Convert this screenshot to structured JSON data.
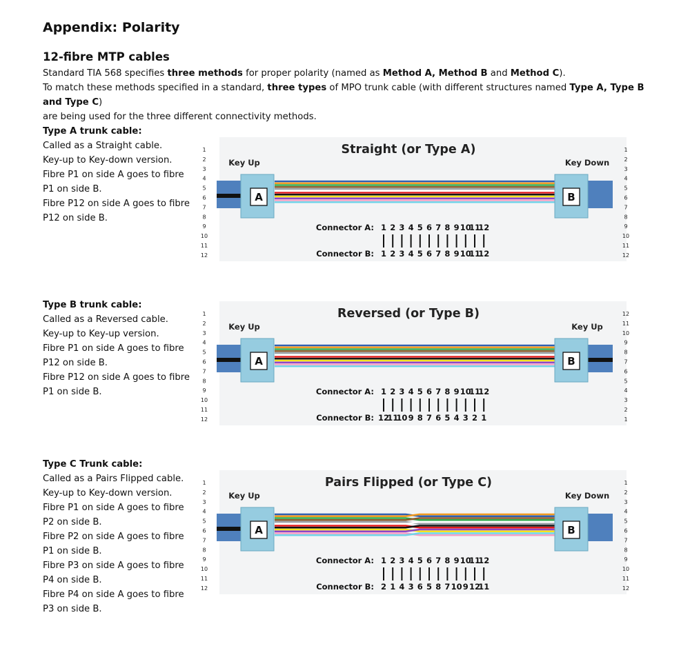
{
  "title": "Appendix: Polarity",
  "subtitle": "12-fibre MTP cables",
  "intro": {
    "line1": {
      "t1": "Standard TIA 568 specifies ",
      "b1": "three methods",
      "t2": " for proper polarity (named as ",
      "b2": "Method A, Method B",
      "t3": " and ",
      "b3": "Method C",
      "t4": ")."
    },
    "line2": {
      "t1": "To match these methods specified in a standard, ",
      "b1": "three types",
      "t2": " of MPO trunk cable (with different structures named ",
      "b2": "Type A, Type B and Type C",
      "t3": ")"
    },
    "line3": "are being used for the three different connectivity methods."
  },
  "sections": [
    {
      "heading": "Type A trunk cable:",
      "lines": [
        "Called as a Straight cable.",
        "Key-up to Key-down version.",
        "Fibre P1 on side A goes to fibre",
        "P1 on side B.",
        "Fibre P12 on side A goes to fibre",
        "P12 on side B."
      ],
      "diagram_title": "Straight (or Type A)",
      "left_key": "Key Up",
      "right_key": "Key Down",
      "connector_a_label": "Connector A:",
      "connector_a_nums": [
        "1",
        "2",
        "3",
        "4",
        "5",
        "6",
        "7",
        "8",
        "9",
        "10",
        "11",
        "12"
      ],
      "connector_b_label": "Connector B:",
      "connector_b_nums": [
        "1",
        "2",
        "3",
        "4",
        "5",
        "6",
        "7",
        "8",
        "9",
        "10",
        "11",
        "12"
      ],
      "left_pins": [
        "1",
        "2",
        "3",
        "4",
        "5",
        "6",
        "7",
        "8",
        "9",
        "10",
        "11",
        "12"
      ],
      "right_pins": [
        "1",
        "2",
        "3",
        "4",
        "5",
        "6",
        "7",
        "8",
        "9",
        "10",
        "11",
        "12"
      ],
      "box_a": "A",
      "box_b": "B"
    },
    {
      "heading": "Type B trunk cable:",
      "lines": [
        "Called as a Reversed cable.",
        "Key-up to Key-up version.",
        "Fibre P1 on side A goes to fibre",
        "P12 on side B.",
        "Fibre P12 on side A goes to fibre",
        "P1 on side B."
      ],
      "diagram_title": "Reversed (or Type B)",
      "left_key": "Key Up",
      "right_key": "Key Up",
      "connector_a_label": "Connector A:",
      "connector_a_nums": [
        "1",
        "2",
        "3",
        "4",
        "5",
        "6",
        "7",
        "8",
        "9",
        "10",
        "11",
        "12"
      ],
      "connector_b_label": "Connector B:",
      "connector_b_nums": [
        "12",
        "11",
        "10",
        "9",
        "8",
        "7",
        "6",
        "5",
        "4",
        "3",
        "2",
        "1"
      ],
      "left_pins": [
        "1",
        "2",
        "3",
        "4",
        "5",
        "6",
        "7",
        "8",
        "9",
        "10",
        "11",
        "12"
      ],
      "right_pins": [
        "12",
        "11",
        "10",
        "9",
        "8",
        "7",
        "6",
        "5",
        "4",
        "3",
        "2",
        "1"
      ],
      "box_a": "A",
      "box_b": "B"
    },
    {
      "heading": "Type C Trunk cable:",
      "lines": [
        "Called as a Pairs Flipped cable.",
        "Key-up to Key-down version.",
        "Fibre P1 on side A goes to fibre",
        "P2 on side B.",
        "Fibre P2 on side A goes to fibre",
        "P1 on side B.",
        "Fibre P3 on side A goes to fibre",
        "P4 on side B.",
        "Fibre P4 on side A goes to fibre",
        "P3 on side B."
      ],
      "diagram_title": "Pairs Flipped (or Type C)",
      "left_key": "Key Up",
      "right_key": "Key Down",
      "connector_a_label": "Connector A:",
      "connector_a_nums": [
        "1",
        "2",
        "3",
        "4",
        "5",
        "6",
        "7",
        "8",
        "9",
        "10",
        "11",
        "12"
      ],
      "connector_b_label": "Connector B:",
      "connector_b_nums": [
        "2",
        "1",
        "4",
        "3",
        "6",
        "5",
        "8",
        "7",
        "10",
        "9",
        "12",
        "11"
      ],
      "left_pins": [
        "1",
        "2",
        "3",
        "4",
        "5",
        "6",
        "7",
        "8",
        "9",
        "10",
        "11",
        "12"
      ],
      "right_pins": [
        "1",
        "2",
        "3",
        "4",
        "5",
        "6",
        "7",
        "8",
        "9",
        "10",
        "11",
        "12"
      ],
      "box_a": "A",
      "box_b": "B"
    }
  ],
  "fibre_colors": [
    "#2e5fb0",
    "#f29a1f",
    "#2fa84a",
    "#8b5a2b",
    "#9aa0a6",
    "#ffffff",
    "#e21b1b",
    "#111111",
    "#f5e21b",
    "#8a44c6",
    "#f4a0c4",
    "#6fd3e8"
  ],
  "colors": {
    "connector_body": "#96cce0",
    "cable_jacket": "#4f80bd",
    "diagram_bg": "#f3f4f5"
  }
}
